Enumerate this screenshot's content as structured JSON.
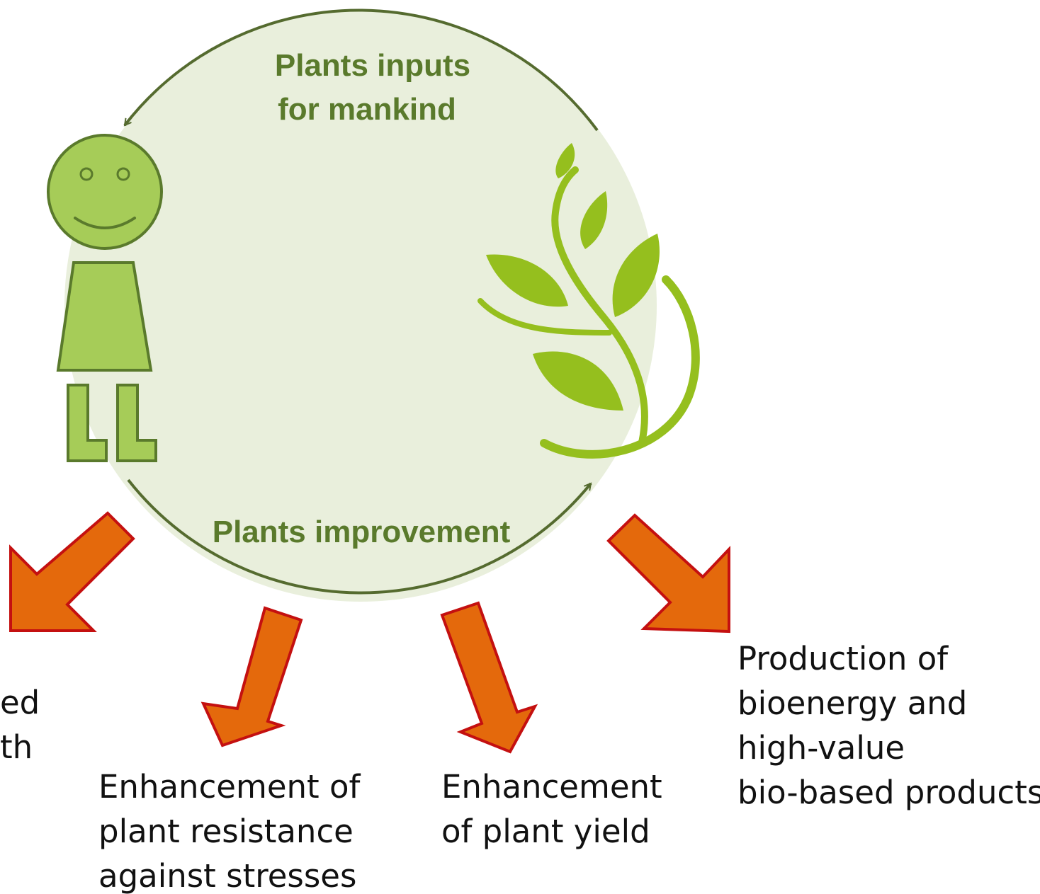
{
  "cycle": {
    "top_label_line1": "Plants inputs",
    "top_label_line2": "for mankind",
    "bottom_label": "Plants improvement"
  },
  "outputs": [
    {
      "lines": [
        "ed",
        "th"
      ]
    },
    {
      "lines": [
        "Enhancement of",
        "plant resistance",
        "against stresses"
      ]
    },
    {
      "lines": [
        "Enhancement",
        "of plant yield"
      ]
    },
    {
      "lines": [
        "Production of",
        "bioenergy and",
        "high-value",
        "bio-based products"
      ]
    }
  ],
  "colors": {
    "circle_fill": "#e9efdc",
    "circle_stroke": "#556b2f",
    "figure_fill": "#a6cc58",
    "figure_stroke": "#5a7a2c",
    "leaf": "#95bf1e",
    "label_green": "#5a7a2c",
    "arrow_fill": "#e4690c",
    "arrow_stroke": "#c41010"
  }
}
